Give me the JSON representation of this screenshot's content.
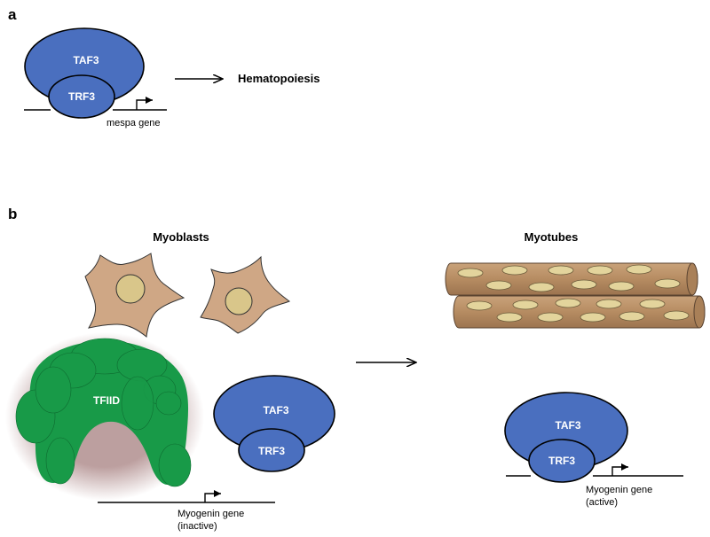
{
  "panels": [
    {
      "letter": "a"
    },
    {
      "letter": "b"
    }
  ],
  "panel_a": {
    "complex": {
      "top": "TAF3",
      "bottom": "TRF3"
    },
    "gene_label": "mespa gene",
    "outcome": "Hematopoiesis"
  },
  "panel_b": {
    "left_heading": "Myoblasts",
    "right_heading": "Myotubes",
    "tfiid_label": "TFIID",
    "left_complex": {
      "top": "TAF3",
      "bottom": "TRF3"
    },
    "left_gene": {
      "line1": "Myogenin gene",
      "line2": "(inactive)"
    },
    "right_complex": {
      "top": "TAF3",
      "bottom": "TRF3"
    },
    "right_gene": {
      "line1": "Myogenin gene",
      "line2": "(active)"
    }
  },
  "colors": {
    "complex_blue": "#4a6fbf",
    "tfiid_green": "#189a48",
    "cell_tan": "#cfa785",
    "myotube_brown": "#b68c62"
  }
}
